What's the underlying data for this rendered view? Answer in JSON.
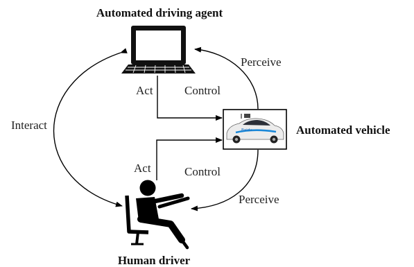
{
  "nodes": {
    "agent": "Automated driving agent",
    "vehicle": "Automated vehicle",
    "human": "Human driver"
  },
  "edges": {
    "interact": "Interact",
    "agent_act": "Act",
    "agent_control": "Control",
    "agent_perceive": "Perceive",
    "human_act": "Act",
    "human_control": "Control",
    "human_perceive": "Perceive"
  },
  "vehicle_side_text": "Baidu",
  "icons": {
    "agent": "laptop-icon",
    "vehicle": "autonomous-car-icon",
    "human": "seated-driver-icon"
  }
}
